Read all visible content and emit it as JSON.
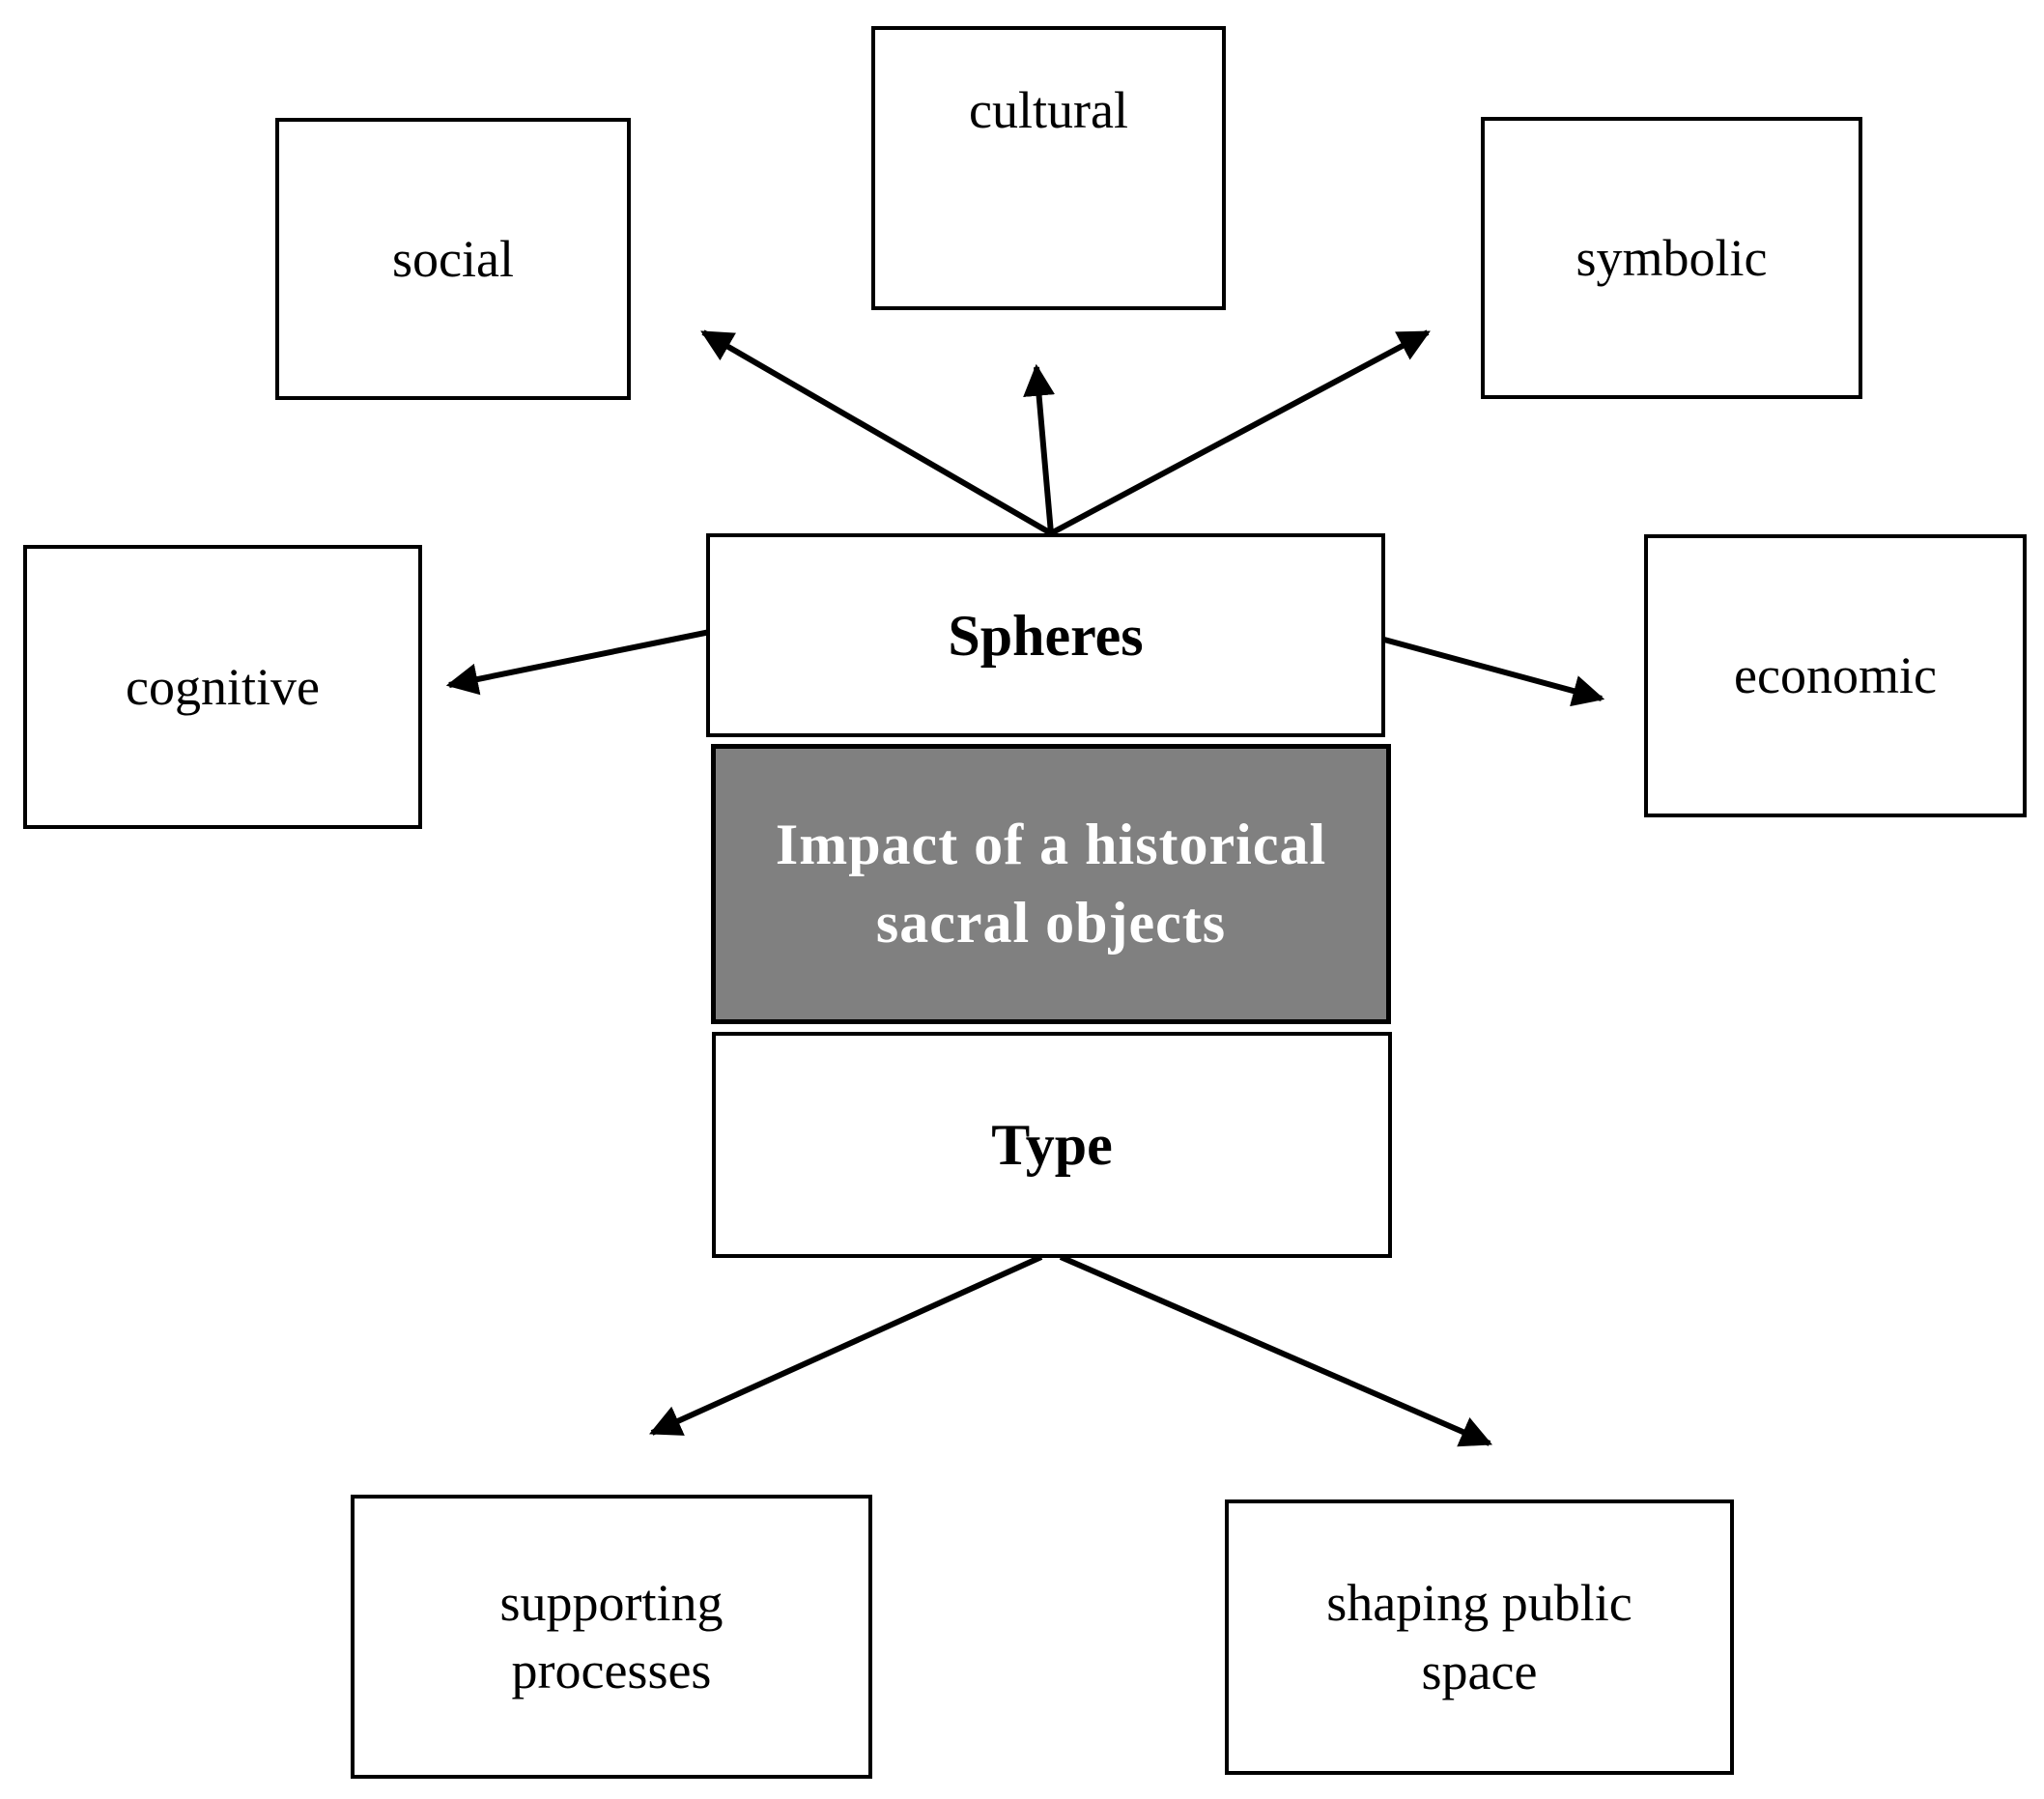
{
  "colors": {
    "center_fill": "#808080",
    "center_text": "#ffffff",
    "line": "#000000"
  },
  "nodes": {
    "spheres": "Spheres",
    "center": "Impact of a historical\nsacral  objects",
    "type": "Type",
    "social": "social",
    "cultural": "cultural",
    "symbolic": "symbolic",
    "cognitive": "cognitive",
    "economic": "economic",
    "supporting": "supporting\nprocesses",
    "shaping": "shaping public\nspace"
  },
  "edges": [
    {
      "from": "spheres",
      "to": "social"
    },
    {
      "from": "spheres",
      "to": "cultural"
    },
    {
      "from": "spheres",
      "to": "symbolic"
    },
    {
      "from": "spheres",
      "to": "cognitive"
    },
    {
      "from": "spheres",
      "to": "economic"
    },
    {
      "from": "type",
      "to": "supporting"
    },
    {
      "from": "type",
      "to": "shaping"
    }
  ]
}
